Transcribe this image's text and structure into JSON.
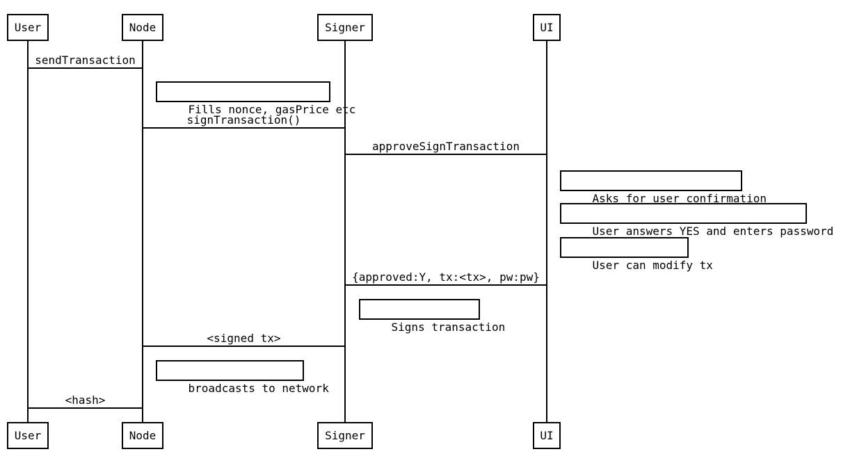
{
  "diagram": {
    "type": "sequence-diagram",
    "colors": {
      "line": "#000000",
      "background": "#ffffff",
      "text": "#000000"
    },
    "actors": [
      {
        "name": "User"
      },
      {
        "name": "Node"
      },
      {
        "name": "Signer"
      },
      {
        "name": "UI"
      }
    ],
    "messages": [
      {
        "label": "sendTransaction",
        "from": "User",
        "to": "Node"
      },
      {
        "label": "signTransaction()",
        "from": "Node",
        "to": "Signer"
      },
      {
        "label": "approveSignTransaction",
        "from": "Signer",
        "to": "UI"
      },
      {
        "label": "{approved:Y, tx:<tx>, pw:pw}",
        "from": "UI",
        "to": "Signer"
      },
      {
        "label": "<signed tx>",
        "from": "Signer",
        "to": "Node"
      },
      {
        "label": "<hash>",
        "from": "Node",
        "to": "User"
      }
    ],
    "notes": [
      {
        "text": "Fills nonce, gasPrice etc",
        "actor": "Node"
      },
      {
        "text": "Asks for user confirmation",
        "actor": "UI"
      },
      {
        "text": "User answers YES and enters password",
        "actor": "UI"
      },
      {
        "text": "User can modify tx",
        "actor": "UI"
      },
      {
        "text": "Signs transaction",
        "actor": "Signer"
      },
      {
        "text": "broadcasts to network",
        "actor": "Node"
      }
    ]
  }
}
